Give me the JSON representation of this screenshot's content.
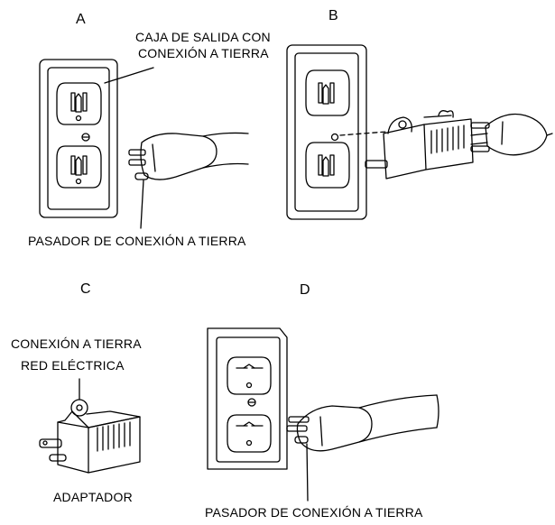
{
  "panels": {
    "a": {
      "letter": "A",
      "label_outlet_line1": "CAJA DE SALIDA CON",
      "label_outlet_line2": "CONEXIÓN A TIERRA",
      "label_pin": "PASADOR DE CONEXIÓN A TIERRA"
    },
    "b": {
      "letter": "B"
    },
    "c": {
      "letter": "C",
      "label_ground_line1": "CONEXIÓN A TIERRA",
      "label_ground_line2": "RED ELÉCTRICA",
      "label_adapter": "ADAPTADOR"
    },
    "d": {
      "letter": "D",
      "label_pin": "PASADOR DE CONEXIÓN A TIERRA"
    }
  }
}
